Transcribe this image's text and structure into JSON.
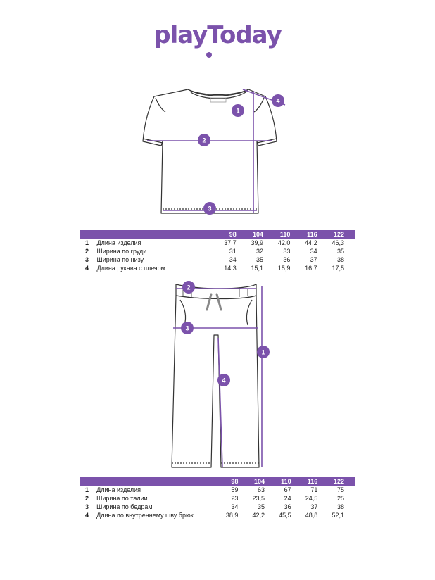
{
  "brand": {
    "logo_text": "playToday",
    "accent_color": "#7b52ab"
  },
  "tshirt": {
    "markers": [
      "1",
      "2",
      "3",
      "4"
    ],
    "sizes": [
      "98",
      "104",
      "110",
      "116",
      "122"
    ],
    "rows": [
      {
        "num": "1",
        "label": "Длина изделия",
        "values": [
          "37,7",
          "39,9",
          "42,0",
          "44,2",
          "46,3"
        ]
      },
      {
        "num": "2",
        "label": "Ширина по груди",
        "values": [
          "31",
          "32",
          "33",
          "34",
          "35"
        ]
      },
      {
        "num": "3",
        "label": "Ширина по низу",
        "values": [
          "34",
          "35",
          "36",
          "37",
          "38"
        ]
      },
      {
        "num": "4",
        "label": "Длина рукава с плечом",
        "values": [
          "14,3",
          "15,1",
          "15,9",
          "16,7",
          "17,5"
        ]
      }
    ]
  },
  "pants": {
    "markers": [
      "1",
      "2",
      "3",
      "4"
    ],
    "sizes": [
      "98",
      "104",
      "110",
      "116",
      "122"
    ],
    "rows": [
      {
        "num": "1",
        "label": "Длина изделия",
        "values": [
          "59",
          "63",
          "67",
          "71",
          "75"
        ]
      },
      {
        "num": "2",
        "label": "Ширина по талии",
        "values": [
          "23",
          "23,5",
          "24",
          "24,5",
          "25"
        ]
      },
      {
        "num": "3",
        "label": "Ширина по бедрам",
        "values": [
          "34",
          "35",
          "36",
          "37",
          "38"
        ]
      },
      {
        "num": "4",
        "label": "Длина по внутреннему шву брюк",
        "values": [
          "38,9",
          "42,2",
          "45,5",
          "48,8",
          "52,1"
        ]
      }
    ]
  }
}
